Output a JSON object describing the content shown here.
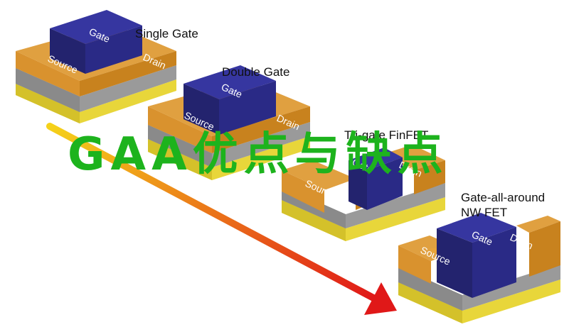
{
  "overlay_title": "GAA优点与缺点",
  "devices": [
    {
      "title": "Single Gate",
      "gate": "Gate",
      "source": "Source",
      "drain": "Drain"
    },
    {
      "title": "Double Gate",
      "gate": "Gate",
      "source": "Source",
      "drain": "Drain"
    },
    {
      "title": "Tri-gate FinFET",
      "gate": "Gate",
      "source": "Source",
      "drain": "Drain"
    },
    {
      "title_line1": "Gate-all-around",
      "title_line2": "NW FET",
      "gate": "Gate",
      "source": "Source",
      "drain": "Drain"
    }
  ],
  "colors": {
    "gate": "#2a2a86",
    "source_drain": "#d9922e",
    "oxide": "#9a9a9a",
    "substrate": "#e8d63a",
    "arrow_start": "#f5d21a",
    "arrow_end": "#e01818",
    "overlay_text": "#1db31d"
  }
}
